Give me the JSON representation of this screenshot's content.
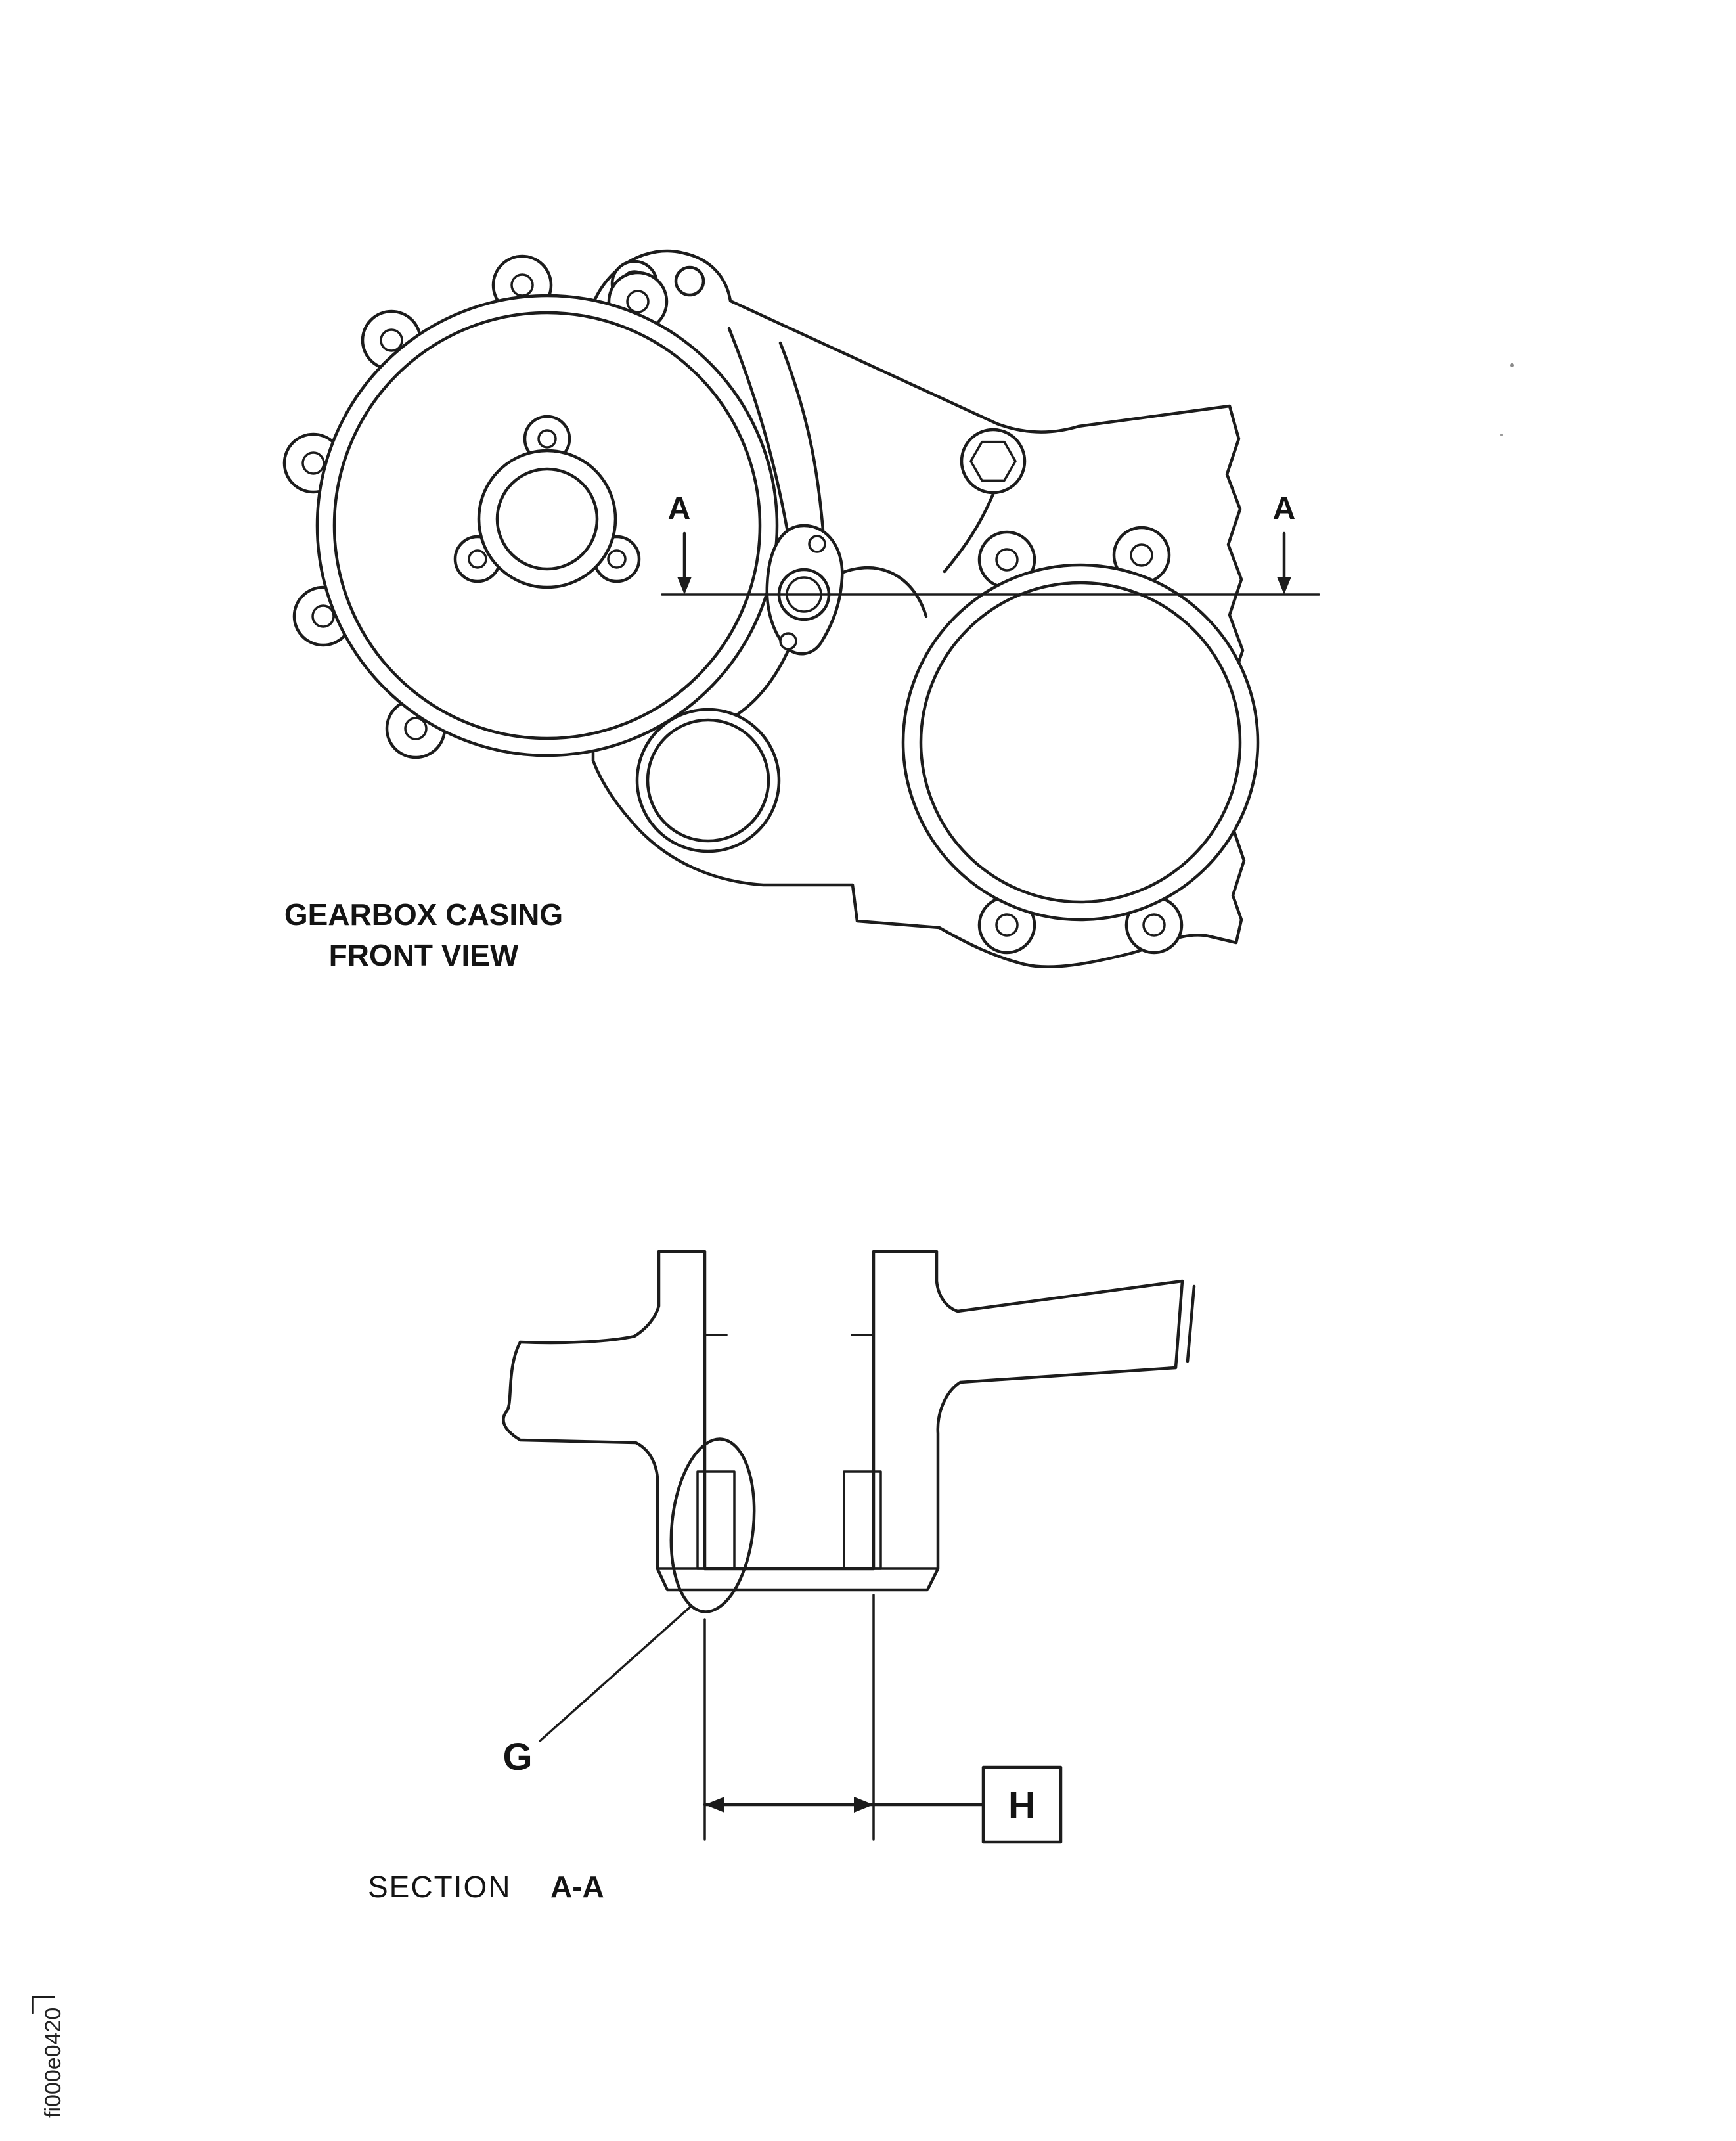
{
  "figure": {
    "front_view": {
      "caption_line1": "GEARBOX CASING",
      "caption_line2": "FRONT VIEW",
      "section_marker_left": "A",
      "section_marker_right": "A"
    },
    "section_view": {
      "caption_word": "SECTION",
      "caption_ref": "A-A",
      "detail_callout": "G",
      "dimension_tag": "H"
    },
    "figure_id": "fi000e0420",
    "colors": {
      "line": "#1c1c1c",
      "background": "#ffffff"
    }
  }
}
